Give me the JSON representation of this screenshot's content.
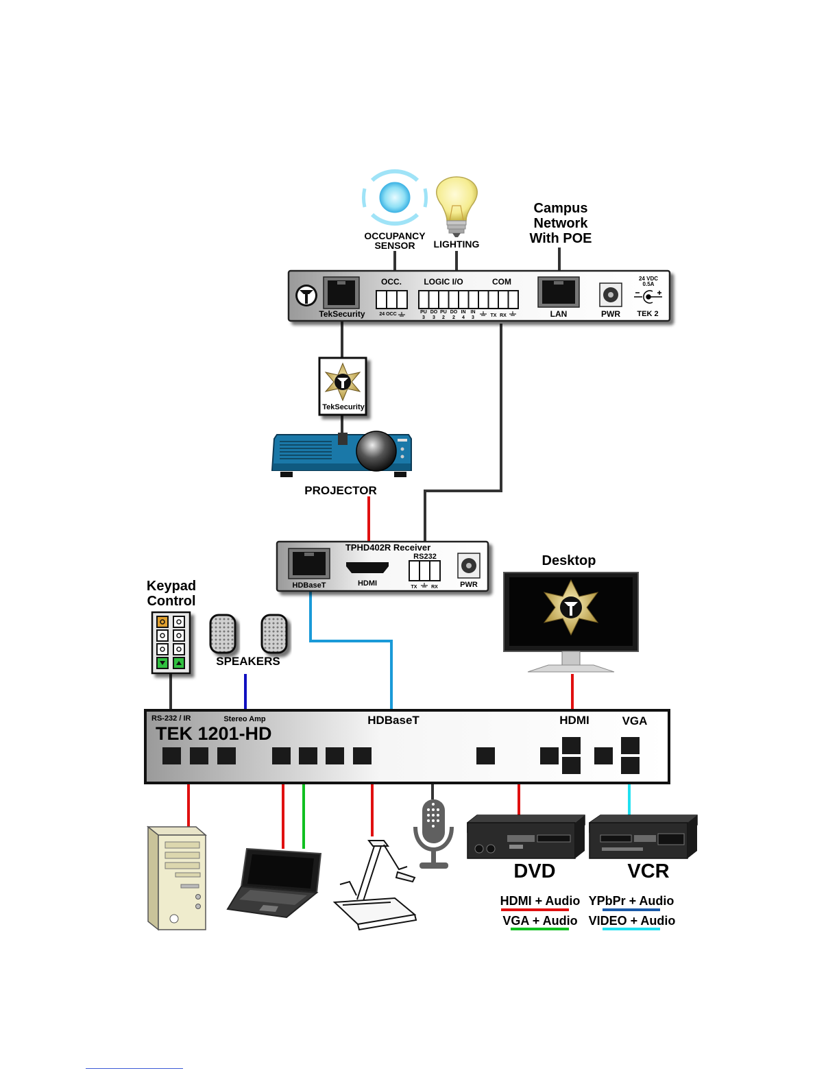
{
  "top_devices": {
    "occupancy_sensor_label_1": "OCCUPANCY",
    "occupancy_sensor_label_2": "SENSOR",
    "lighting_label": "LIGHTING",
    "network_label_1": "Campus",
    "network_label_2": "Network",
    "network_label_3": "With POE"
  },
  "tek2": {
    "port_teksecurity": "TekSecurity",
    "occ_label": "OCC.",
    "occ_pins": "24 OCC",
    "logic_label": "LOGIC I/O",
    "logic_pins_top": [
      "PU",
      "DO",
      "PU",
      "DO",
      "IN",
      "IN"
    ],
    "logic_pins_bottom": [
      "3",
      "3",
      "2",
      "2",
      "4",
      "3"
    ],
    "com_label": "COM",
    "com_pins": [
      "TX",
      "RX"
    ],
    "lan_label": "LAN",
    "pwr_label": "PWR",
    "power_rating_1": "24 VDC",
    "power_rating_2": "0.5A",
    "model_label": "TEK 2"
  },
  "teksecurity_box": {
    "label": "TekSecurity"
  },
  "projector": {
    "label": "PROJECTOR"
  },
  "receiver": {
    "title": "TPHD402R Receiver",
    "hdbaset_label": "HDBaseT",
    "hdmi_label": "HDMI",
    "rs232_label": "RS232",
    "rs232_pins": [
      "TX",
      "RX"
    ],
    "pwr_label": "PWR"
  },
  "desktop": {
    "label": "Desktop"
  },
  "keypad": {
    "label_1": "Keypad",
    "label_2": "Control"
  },
  "speakers": {
    "label": "SPEAKERS"
  },
  "switcher": {
    "model": "TEK 1201-HD",
    "rs232_label": "RS-232 / IR",
    "stereo_label": "Stereo Amp",
    "hdbaset_label": "HDBaseT",
    "hdmi_label": "HDMI",
    "vga_label": "VGA"
  },
  "sources": {
    "dvd_label": "DVD",
    "vcr_label": "VCR"
  },
  "legend": [
    {
      "label": "HDMI + Audio",
      "color": "#e01010"
    },
    {
      "label": "YPbPr + Audio",
      "color": "#1a5aa8"
    },
    {
      "label": "VGA + Audio",
      "color": "#10c020"
    },
    {
      "label": "VIDEO + Audio",
      "color": "#20e0f0"
    }
  ],
  "colors": {
    "control_cable": "#333333",
    "hdmi_cable": "#e01010",
    "hdbaset_cable": "#1a9ad8",
    "speaker_cable": "#1010c0",
    "vga_cable": "#10c020",
    "video_cable": "#20e0f0",
    "projector_body": "#1a78a8"
  }
}
